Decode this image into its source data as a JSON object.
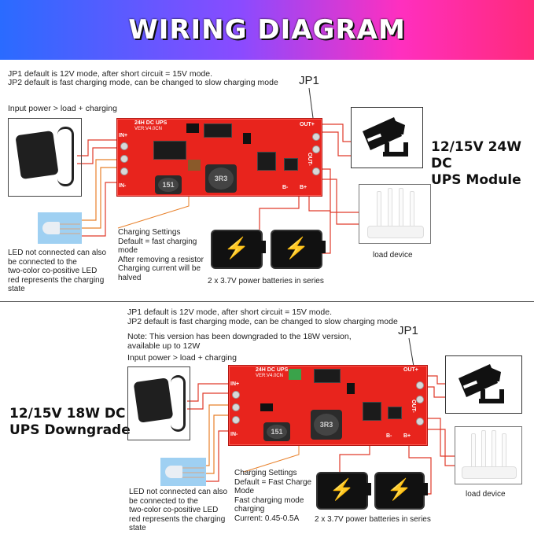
{
  "banner": {
    "title": "WIRING DIAGRAM"
  },
  "top": {
    "notes": [
      "JP1 default is 12V mode, after short circuit = 15V mode.",
      "JP2 default is fast charging mode, can be changed to slow charging mode"
    ],
    "jp1_label": "JP1",
    "input_label": "Input power > load + charging",
    "module_title": [
      "12/15V 24W DC",
      "UPS Module"
    ],
    "board_text": [
      "24H DC UPS",
      "VER:V4.0CN",
      "IN+",
      "IN-",
      "OUT+",
      "OUT-",
      "B+",
      "B-",
      "151",
      "3R3"
    ],
    "charging_settings": [
      "Charging Settings",
      "Default = fast charging",
      "mode",
      "After removing a resistor",
      "Charging current will be",
      "halved"
    ],
    "led_note": [
      "LED not connected can also",
      "be connected to the",
      "two-color co-positive LED",
      "red represents the charging",
      "state"
    ],
    "batteries_label": "2 x 3.7V power batteries in series",
    "load_label": "load device"
  },
  "bottom": {
    "notes": [
      "JP1 default is 12V mode, after short circuit = 15V mode.",
      "JP2 default is fast charging mode, can be changed to slow charging mode"
    ],
    "downgrade_note": [
      "Note: This version has been downgraded to the 18W version,",
      "available up to 12W"
    ],
    "jp1_label": "JP1",
    "input_label": "Input power > load + charging",
    "module_title": [
      "12/15V 18W DC",
      "UPS Downgrade"
    ],
    "board_text": [
      "24H DC UPS",
      "VER:V4.0CN",
      "IN+",
      "IN-",
      "OUT+",
      "OUT-",
      "B+",
      "B-",
      "151",
      "3R3"
    ],
    "charging_settings": [
      "Charging Settings",
      "Default = Fast Charge",
      "Mode",
      "Fast charging mode",
      "charging",
      "Current: 0.45-0.5A"
    ],
    "led_note": [
      "LED not connected can also",
      "be connected to the",
      "two-color co-positive LED",
      "red represents the charging",
      "state"
    ],
    "batteries_label": "2 x 3.7V power batteries in series",
    "load_label": "load device"
  },
  "colors": {
    "board": "#e8241d",
    "wire_red": "#e03a2a",
    "wire_orange": "#e8802a",
    "banner_left": "#2a6bff",
    "banner_right": "#ff2a7a"
  },
  "icons": {
    "camera": "security-camera-icon",
    "lightning": "lightning-bolt-icon"
  }
}
